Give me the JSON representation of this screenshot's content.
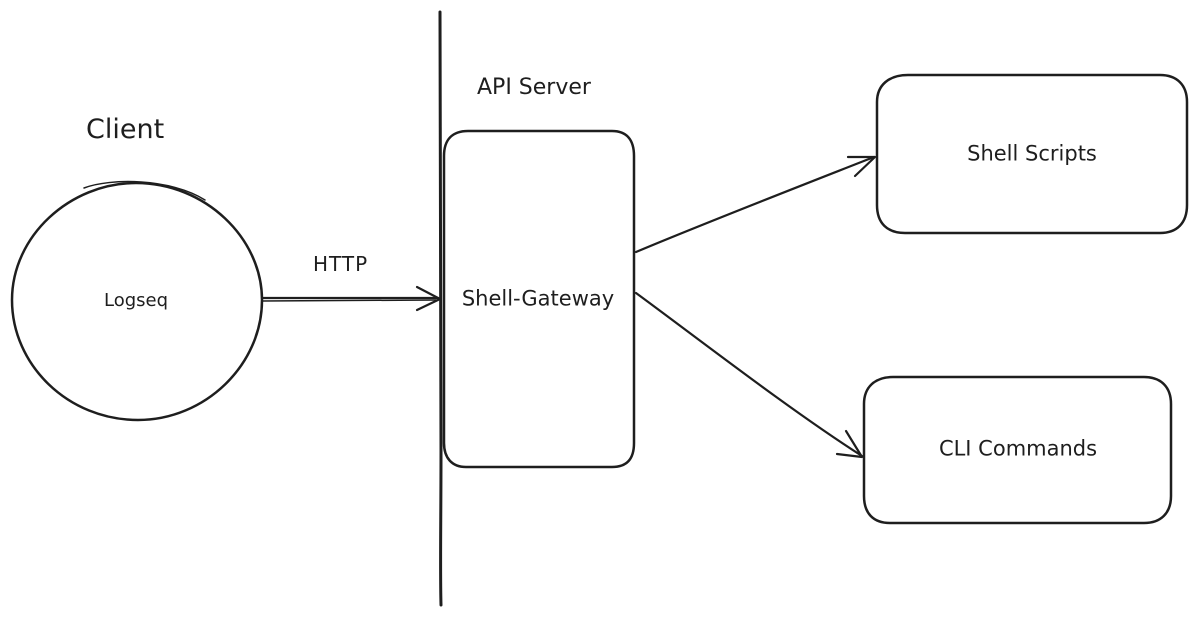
{
  "labels": {
    "client": "Client",
    "api_server": "API Server",
    "protocol": "HTTP"
  },
  "nodes": {
    "logseq": "Logseq",
    "gateway": "Shell-Gateway",
    "shell_scripts": "Shell Scripts",
    "cli_commands": "CLI Commands"
  },
  "colors": {
    "stroke": "#1e1e1e",
    "background": "#ffffff"
  }
}
